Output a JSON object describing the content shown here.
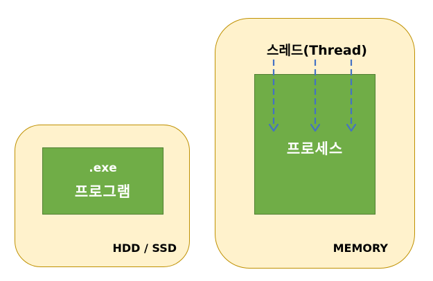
{
  "storage": {
    "title": "HDD / SSD",
    "program": {
      "extension": ".exe",
      "name": "프로그램"
    }
  },
  "memory": {
    "title": "MEMORY",
    "thread_label": "스레드(Thread)",
    "process_name": "프로세스"
  },
  "colors": {
    "panel_fill": "#fff2cc",
    "panel_border": "#bf9000",
    "box_fill": "#70ad47",
    "box_border": "#507e32",
    "arrow": "#4472c4"
  }
}
